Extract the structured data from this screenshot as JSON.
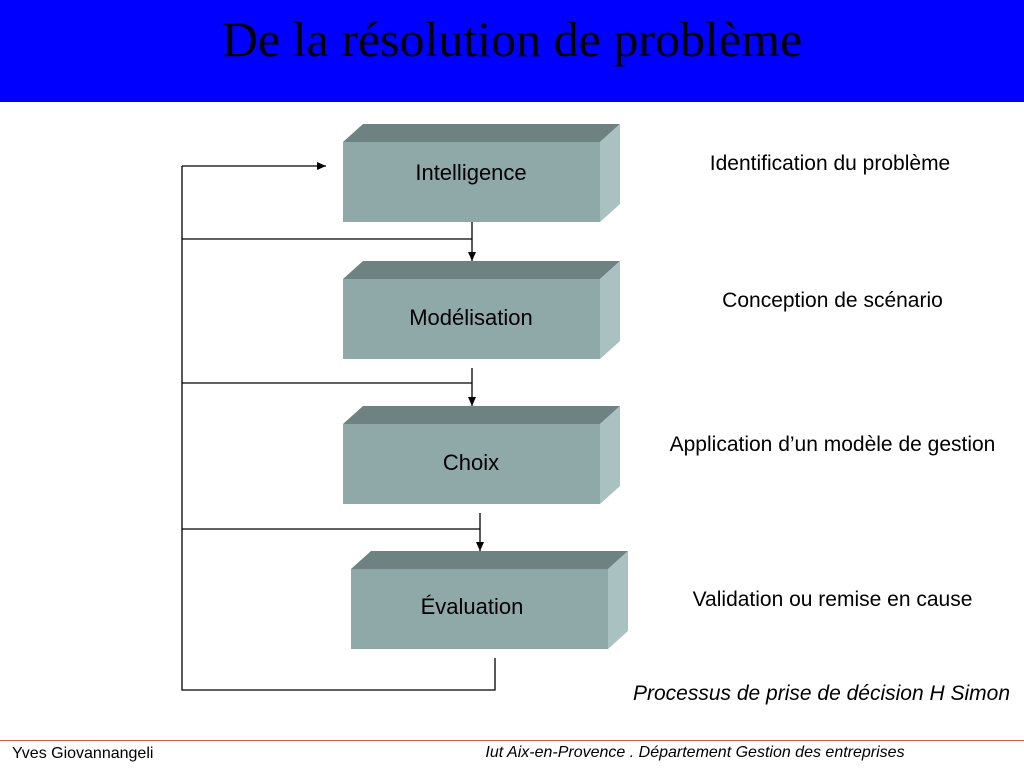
{
  "title": "De la résolution de problème",
  "steps": [
    {
      "label": "Intelligence",
      "description": "Identification du problème"
    },
    {
      "label": "Modélisation",
      "description": "Conception de scénario"
    },
    {
      "label": "Choix",
      "description": "Application d’un modèle de gestion"
    },
    {
      "label": "Évaluation",
      "description": "Validation ou remise en cause"
    }
  ],
  "caption": "Processus de prise de décision H Simon",
  "footer": {
    "author": "Yves Giovannangeli",
    "institution": "Iut Aix-en-Provence . Département Gestion des entreprises"
  },
  "colors": {
    "title_bar": "#0000ff",
    "box_front": "#8fa9a9",
    "box_top": "#6e8282",
    "box_side": "#a9c1c1",
    "footer_line": "#d4603a"
  }
}
